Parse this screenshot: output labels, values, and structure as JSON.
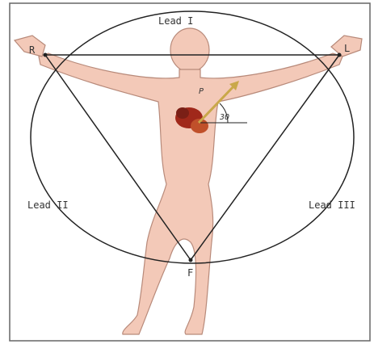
{
  "labels": {
    "lead_1": "Lead I",
    "lead_2": "Lead II",
    "lead_3": "Lead III",
    "right_arm": "R",
    "left_arm": "L",
    "foot": "F",
    "vector": "P",
    "angle": "30"
  },
  "colors": {
    "skin": "#f3c9b8",
    "skin_outline": "#b88a7a",
    "line": "#222222",
    "heart": "#a0281a",
    "vector": "#c9a84a"
  }
}
